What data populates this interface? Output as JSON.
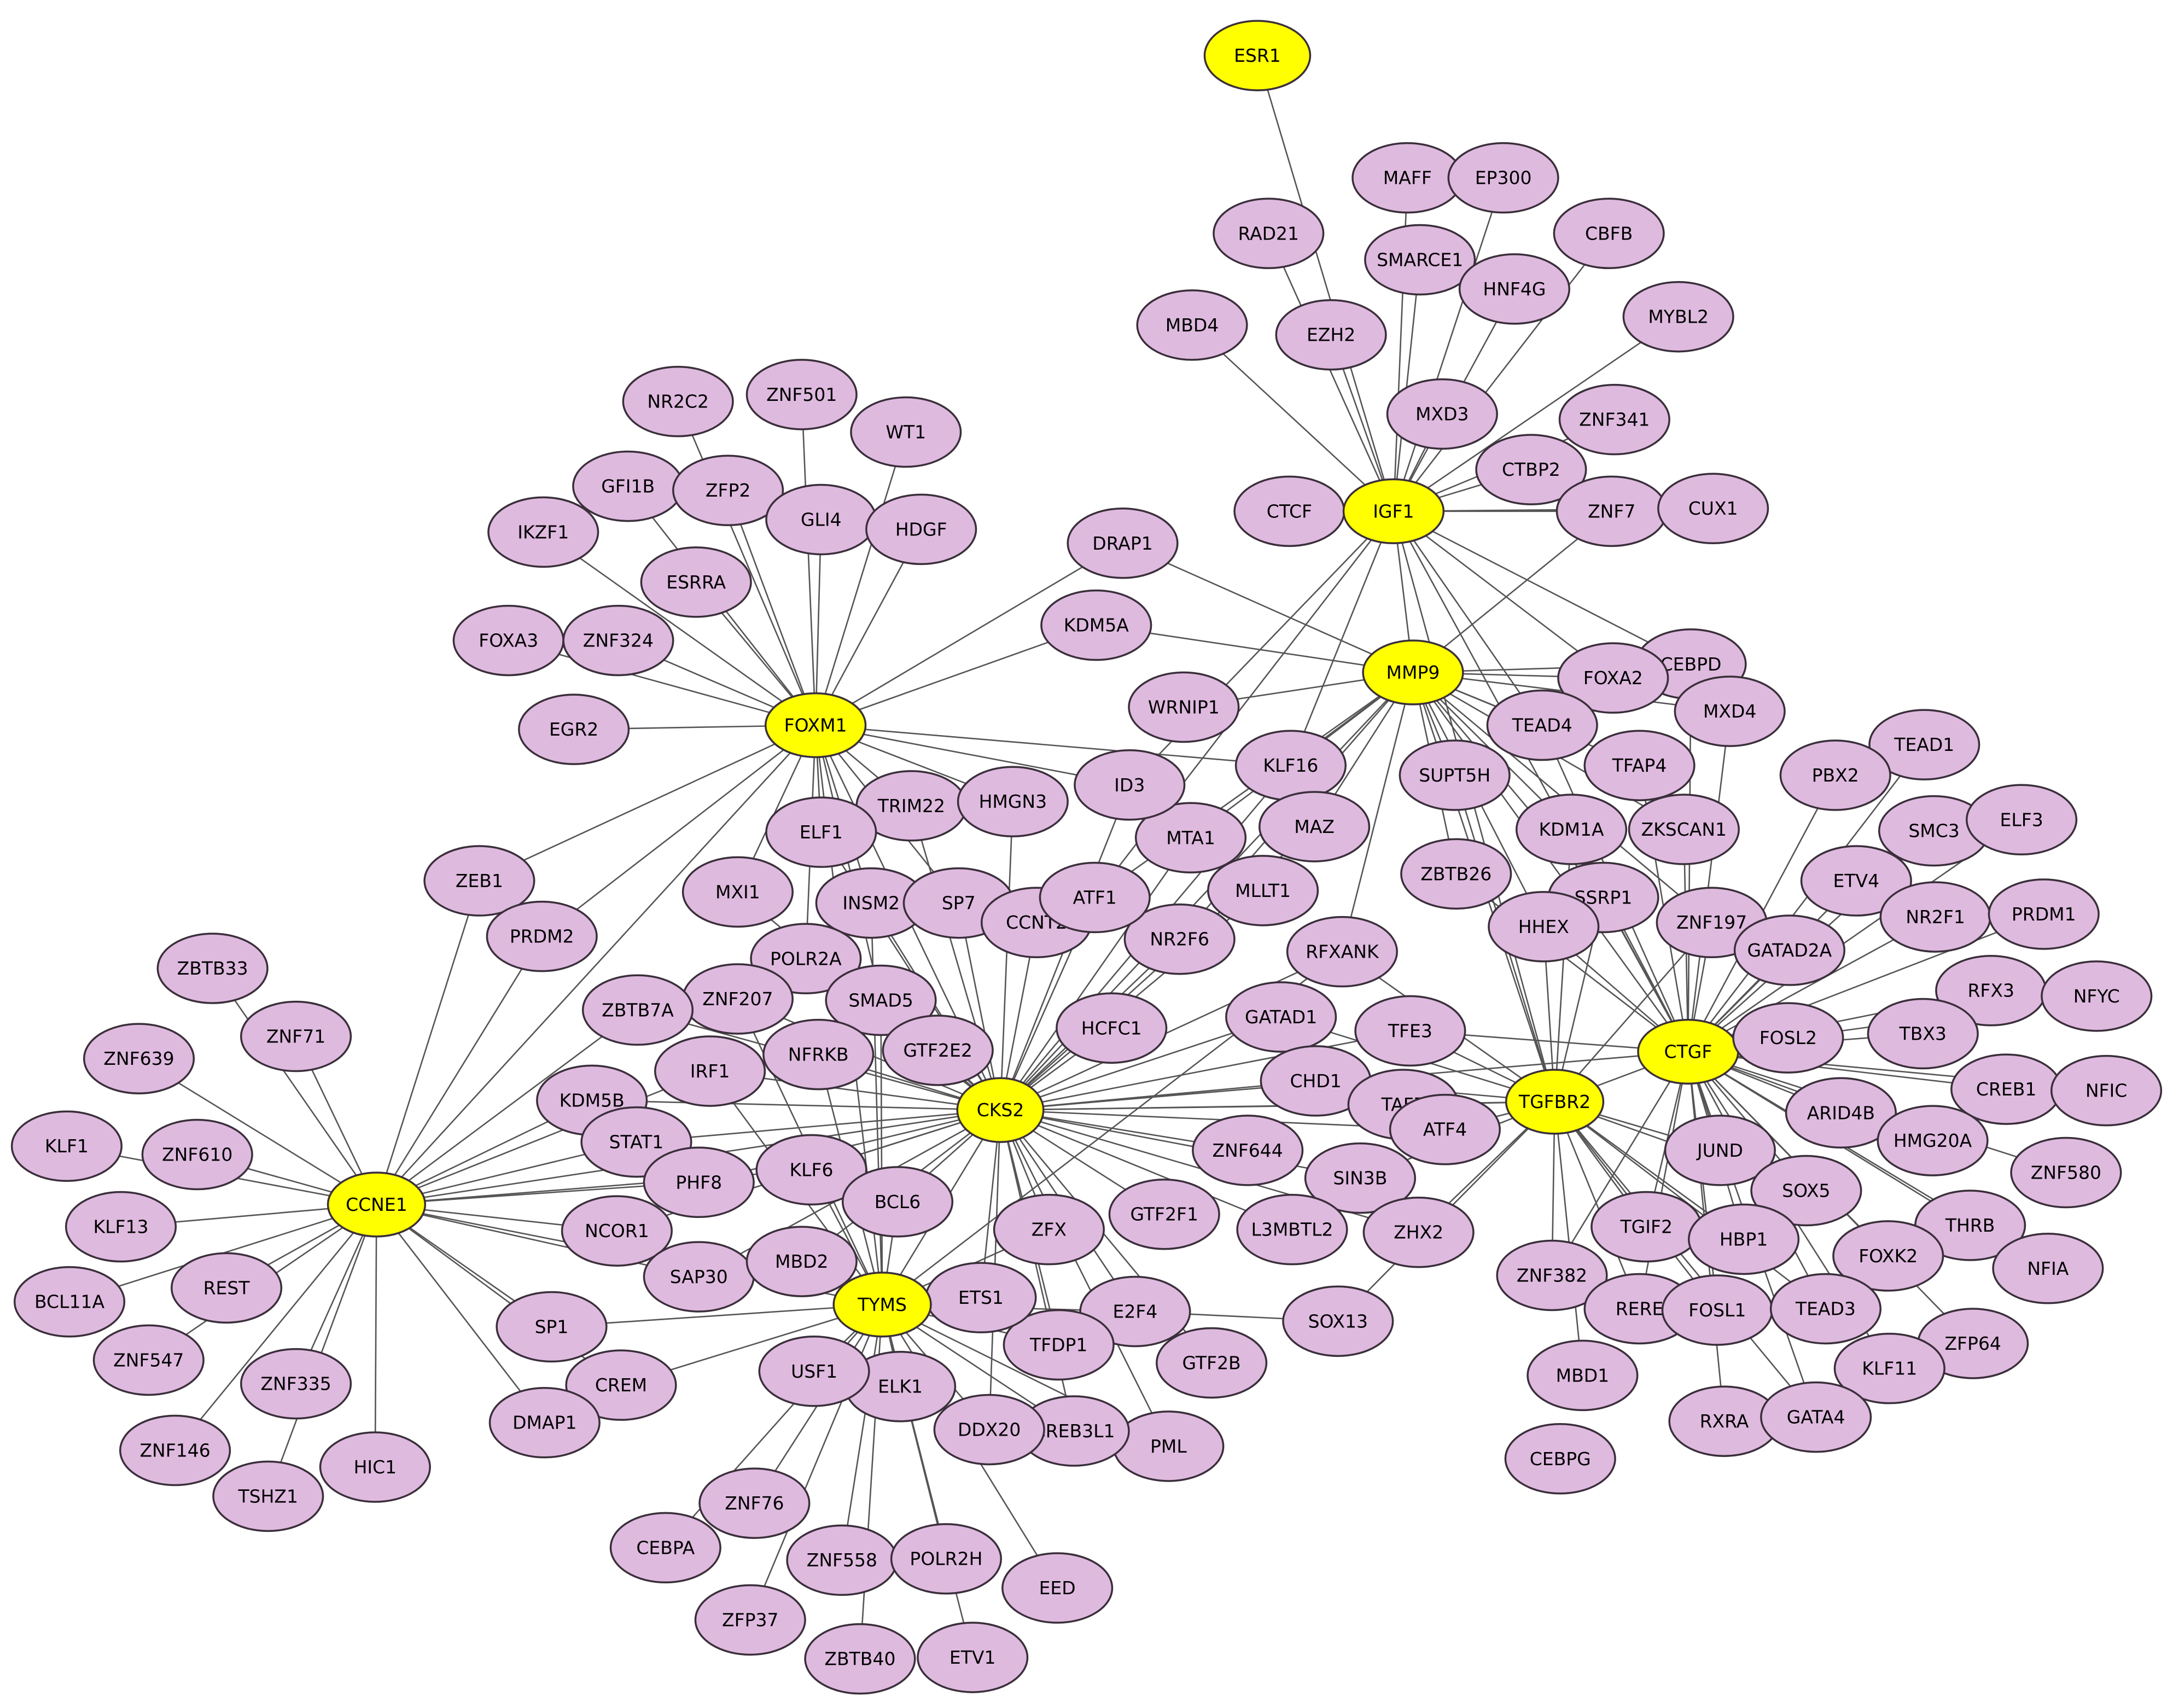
{
  "colors": {
    "hub": "#ffff00",
    "node": "#dfbadf",
    "edge": "#555555",
    "outline": "#3a2f3a"
  },
  "hubs": [
    "ESR1",
    "IGF1",
    "MMP9",
    "FOXM1",
    "CKS2",
    "CCNE1",
    "TYMS",
    "CTGF",
    "TGFBR2"
  ],
  "nodes": [
    "ESR1",
    "MAFF",
    "EP300",
    "RAD21",
    "CBFB",
    "SMARCE1",
    "HNF4G",
    "MBD4",
    "EZH2",
    "MYBL2",
    "ZNF341",
    "MXD3",
    "CTBP2",
    "CTCF",
    "IGF1",
    "ZNF7",
    "CUX1",
    "CEBPD",
    "FOXA2",
    "MMP9",
    "TEAD4",
    "MXD4",
    "TFAP4",
    "WRNIP1",
    "TEAD1",
    "PBX2",
    "ZKSCAN1",
    "SMC3",
    "ELF3",
    "ETV4",
    "KDM1A",
    "SUPT5H",
    "KLF16",
    "MAZ",
    "ZBTB26",
    "SSRP1",
    "HHEX",
    "ZNF197",
    "GATAD2A",
    "NR2F1",
    "PRDM1",
    "RFXANK",
    "MLLT1",
    "MTA1",
    "ID3",
    "NR2F6",
    "HCFC1",
    "GATAD1",
    "TFE3",
    "CTGF",
    "RFX3",
    "NFYC",
    "TBX3",
    "FOSL2",
    "CHD1",
    "TAF7",
    "TGFBR2",
    "CREB1",
    "NFIC",
    "ARID4B",
    "HMG20A",
    "ZNF580",
    "JUND",
    "SOX5",
    "THRB",
    "ATF4",
    "SIN3B",
    "ZNF644",
    "L3MBTL2",
    "ZHX2",
    "FOXK2",
    "NFIA",
    "TGIF2",
    "HBP1",
    "ZNF382",
    "RERE",
    "FOSL1",
    "TEAD3",
    "ZFP64",
    "KLF11",
    "MBD1",
    "RXRA",
    "GATA4",
    "CEBPG",
    "SOX13",
    "GTF2F1",
    "GTF2B",
    "E2F4",
    "PML",
    "TFDP1",
    "ZFX",
    "CREB3L1",
    "DDX20",
    "EED",
    "ETS1",
    "ELK1",
    "USF1",
    "TYMS",
    "ZNF76",
    "CEBPA",
    "ZNF558",
    "POLR2H",
    "ZFP37",
    "ZBTB40",
    "ETV1",
    "NR2C2",
    "ZNF501",
    "WT1",
    "GFI1B",
    "ZFP2",
    "GLI4",
    "HDGF",
    "IKZF1",
    "ESRRA",
    "DRAP1",
    "KDM5A",
    "FOXA3",
    "ZNF324",
    "EGR2",
    "FOXM1",
    "TRIM22",
    "HMGN3",
    "ELF1",
    "INSM2",
    "SP7",
    "CCNT2",
    "ATF1",
    "MXI1",
    "POLR2A",
    "SMAD5",
    "ZNF207",
    "ZBTB7A",
    "GTF2E2",
    "NFRKB",
    "IRF1",
    "CKS2",
    "KDM5B",
    "STAT1",
    "PHF8",
    "KLF6",
    "BCL6",
    "NCOR1",
    "SAP30",
    "MBD2",
    "ZEB1",
    "PRDM2",
    "ZBTB33",
    "ZNF71",
    "ZNF639",
    "KLF1",
    "ZNF610",
    "KLF13",
    "CCNE1",
    "BCL11A",
    "REST",
    "ZNF547",
    "ZNF335",
    "ZNF146",
    "TSHZ1",
    "HIC1",
    "SP1",
    "CREM",
    "DMAP1"
  ]
}
